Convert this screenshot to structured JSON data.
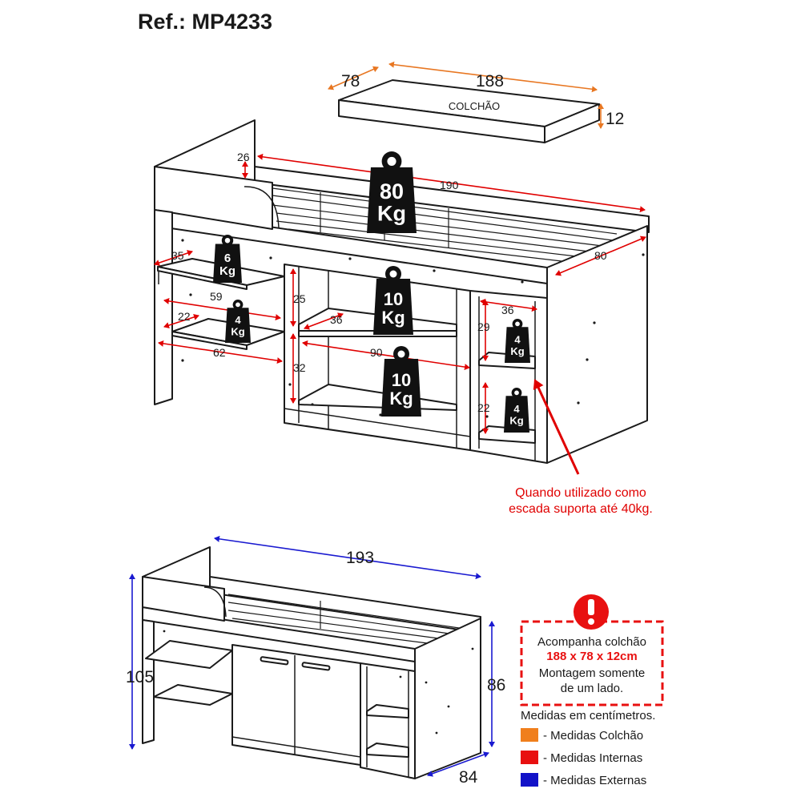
{
  "header": {
    "ref": "Ref.: MP4233"
  },
  "mattress": {
    "label": "COLCHÃO",
    "width": "78",
    "length": "188",
    "height": "12"
  },
  "top_view": {
    "dims": {
      "bed_length": "190",
      "bed_width": "80",
      "headboard": "26",
      "desk_top_depth": "35",
      "desk_top_width": "59",
      "lower_shelf_depth": "22",
      "lower_shelf_width": "62",
      "niche_height": "25",
      "niche_depth": "36",
      "niche_width": "90",
      "bottom_height": "32",
      "side_depth": "36",
      "side_upper_height": "29",
      "side_lower_height": "22"
    },
    "weights": {
      "bed": {
        "value": "80",
        "unit": "Kg"
      },
      "desk": {
        "value": "6",
        "unit": "Kg"
      },
      "lower_shelf": {
        "value": "4",
        "unit": "Kg"
      },
      "middle_niche": {
        "value": "10",
        "unit": "Kg"
      },
      "bottom_niche": {
        "value": "10",
        "unit": "Kg"
      },
      "side_upper": {
        "value": "4",
        "unit": "Kg"
      },
      "side_lower": {
        "value": "4",
        "unit": "Kg"
      }
    },
    "ladder_note": [
      "Quando utilizado como",
      "escada suporta até 40kg."
    ]
  },
  "bottom_view": {
    "dims": {
      "total_length": "193",
      "total_height": "105",
      "bed_height": "86",
      "total_depth": "84"
    }
  },
  "info_box": {
    "line1": "Acompanha colchão",
    "line2": "188 x 78 x 12cm",
    "line3": "Montagem somente",
    "line4": "de um lado."
  },
  "legend": {
    "title": "Medidas em centímetros.",
    "items": [
      {
        "label": "- Medidas Colchão",
        "color": "#f07f1c"
      },
      {
        "label": "- Medidas Internas",
        "color": "#e81010"
      },
      {
        "label": "- Medidas Externas",
        "color": "#1212c8"
      }
    ]
  },
  "colors": {
    "orange": "#e87722",
    "red": "#e00000",
    "blue": "#1a1ad0",
    "alert": "#e81010"
  }
}
